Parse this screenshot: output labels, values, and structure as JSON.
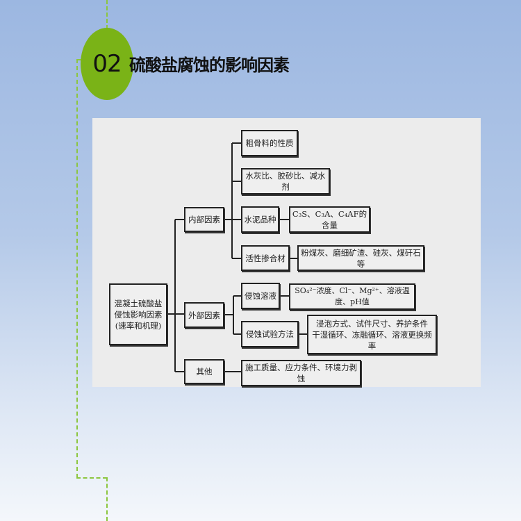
{
  "header": {
    "number": "02",
    "title": "硫酸盐腐蚀的影响因素"
  },
  "diagram": {
    "root": "混凝土硫酸盐\n侵蚀影响因素\n(速率和机理)",
    "internal": {
      "label": "内部因素",
      "items": [
        "粗骨料的性质",
        "水灰比、胶砂比、减水剂",
        "水泥品种",
        "活性掺合材"
      ],
      "details": {
        "cement": "C₃S、C₃A、C₄AF的含量",
        "admixture": "粉煤灰、磨细矿渣、硅灰、煤矸石等"
      }
    },
    "external": {
      "label": "外部因素",
      "items": [
        "侵蚀溶液",
        "侵蚀试验方法"
      ],
      "details": {
        "solution": "SO₄²⁻浓度、Cl⁻、Mg²⁺、溶液温度、pH值",
        "method": "浸泡方式、试件尺寸、养护条件\n干湿循环、冻融循环、溶液更换频率"
      }
    },
    "other": {
      "label": "其他",
      "detail": "施工质量、应力条件、环境力剥蚀"
    }
  },
  "colors": {
    "accent": "#7ab317",
    "dotted": "#8cc63f"
  }
}
